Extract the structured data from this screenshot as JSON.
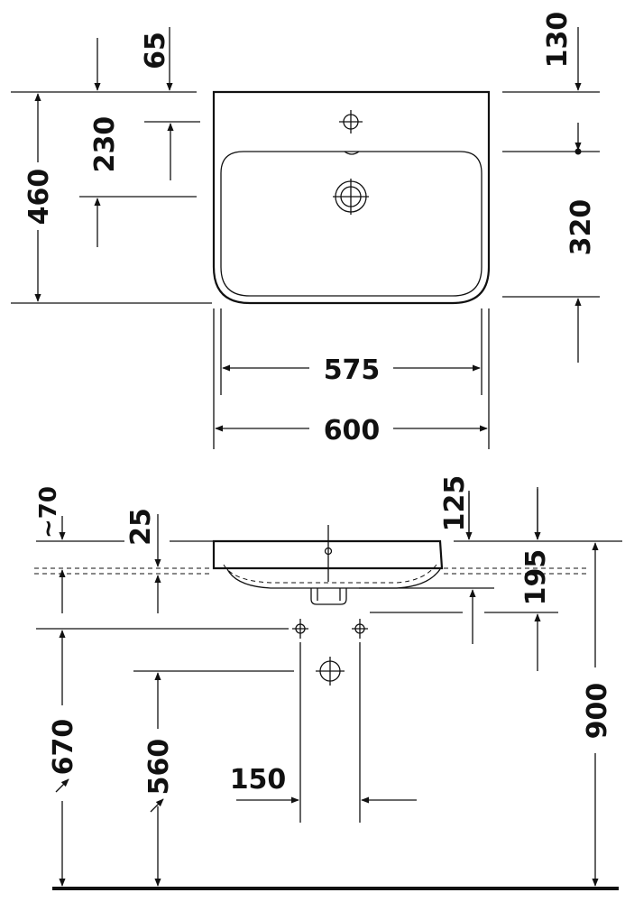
{
  "top_view": {
    "dims": {
      "d65": "65",
      "d130": "130",
      "d230": "230",
      "d460": "460",
      "d320": "320",
      "d575": "575",
      "d600": "600"
    }
  },
  "side_view": {
    "dims": {
      "d70": "~70",
      "d25": "25",
      "d125": "125",
      "d195": "195",
      "d900": "900",
      "d670": "670",
      "d560": "560",
      "d150": "150"
    }
  },
  "colors": {
    "line": "#111111",
    "background": "#ffffff"
  }
}
